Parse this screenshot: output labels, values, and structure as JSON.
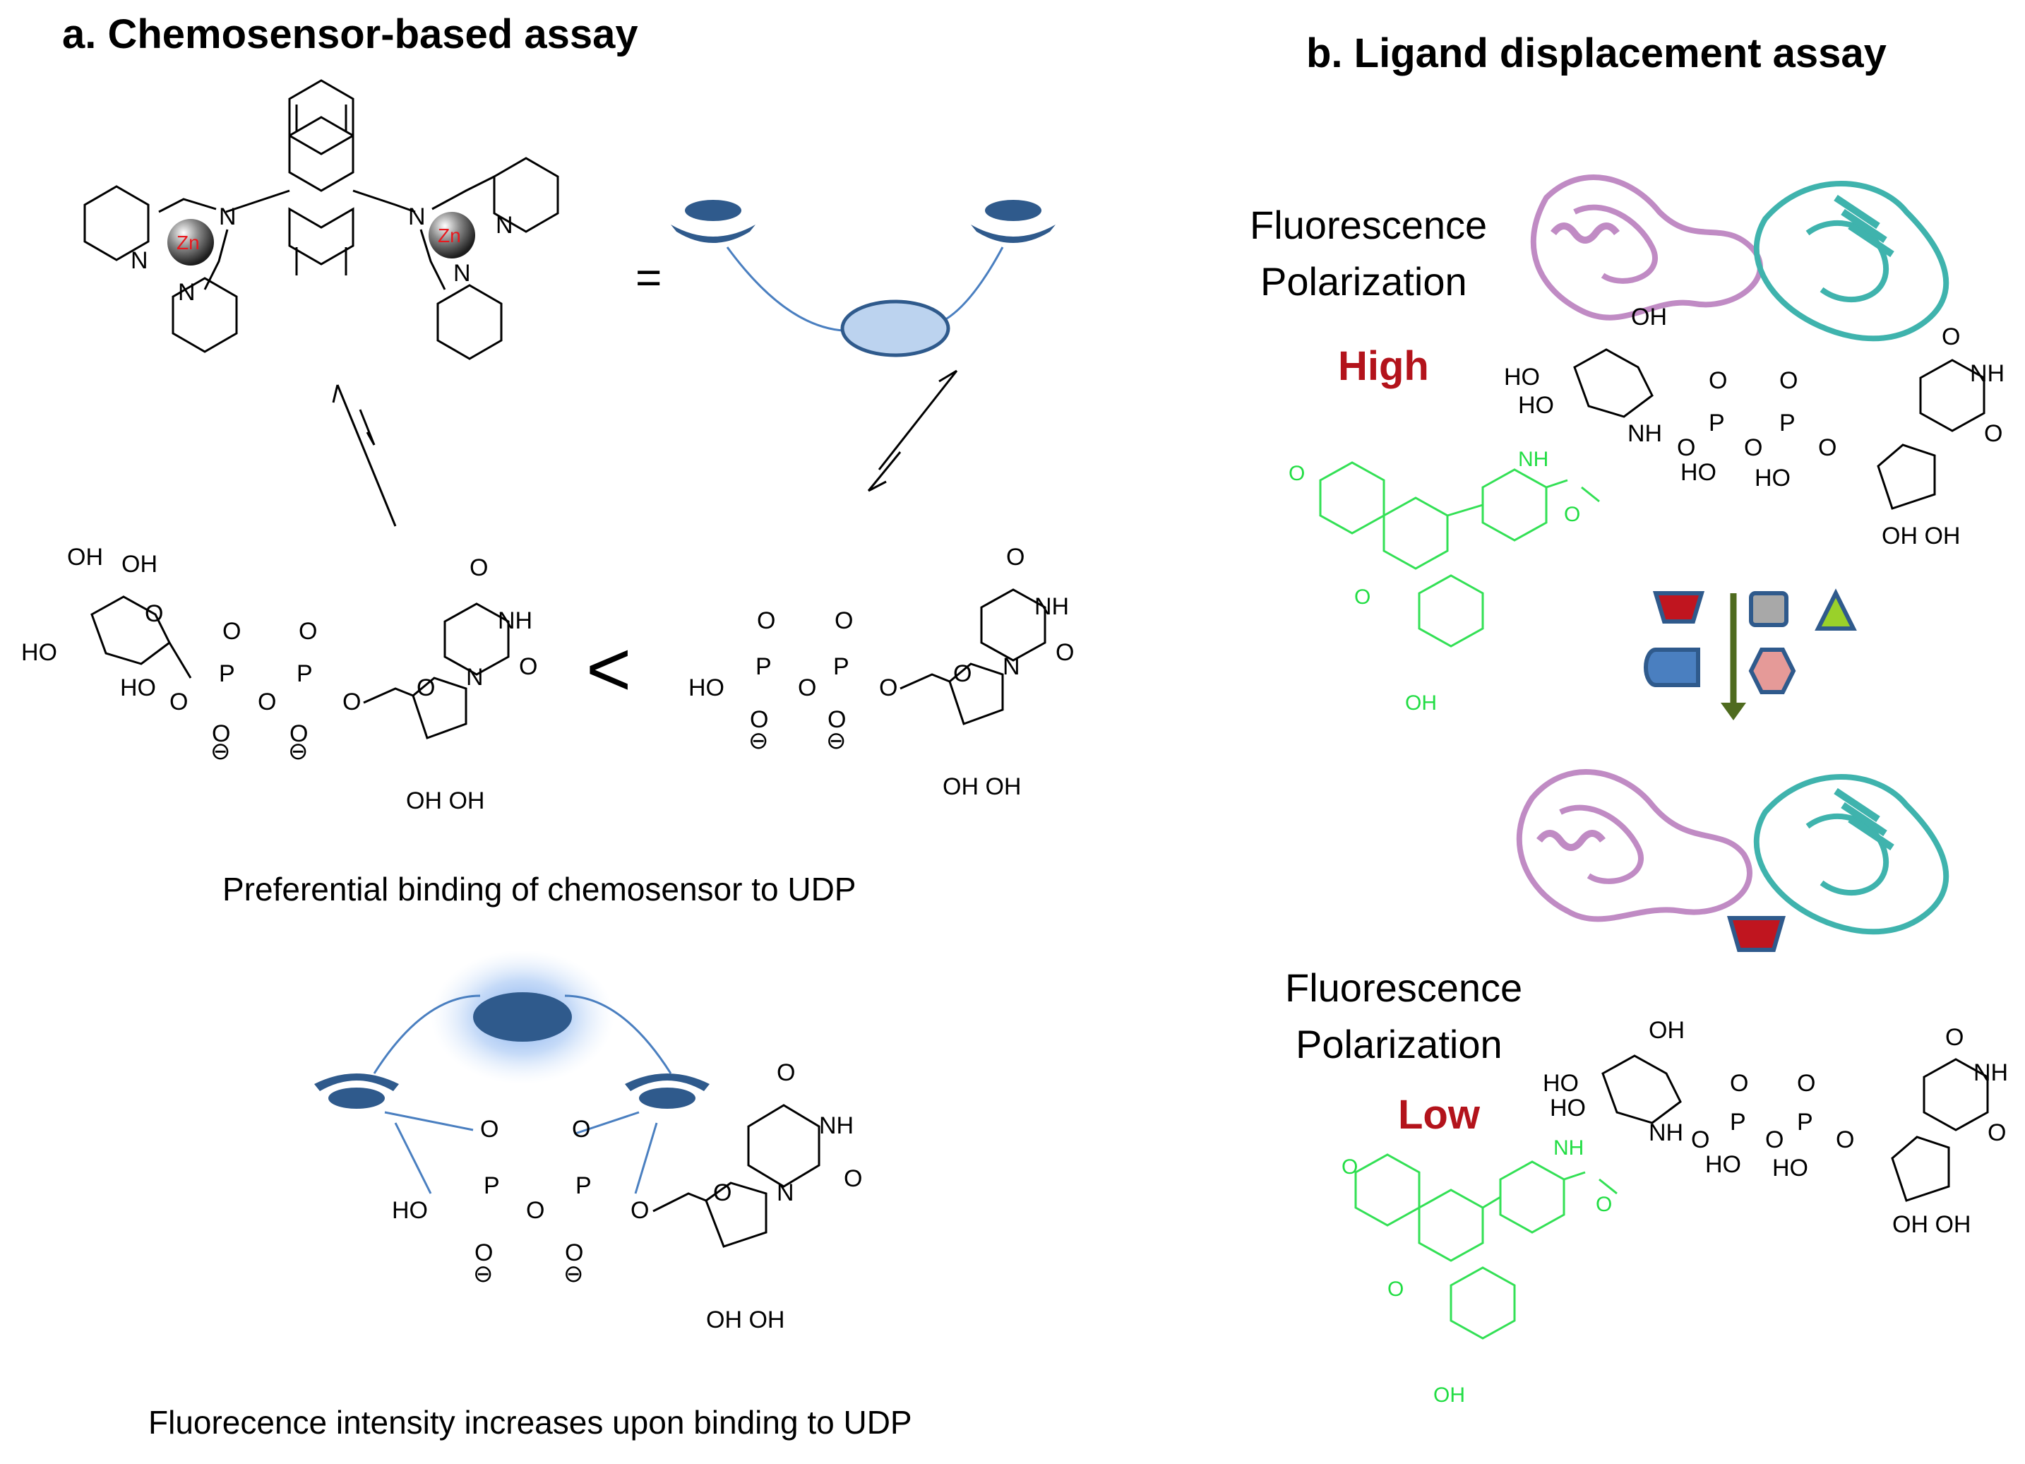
{
  "panel_a": {
    "header": "a.    Chemosensor-based assay",
    "sensor_metal_label": "Zn",
    "sensor_n_label": "N",
    "equals_sign": "=",
    "less_than_sign": "<",
    "caption_preferential": "Preferential binding of chemosensor to UDP",
    "caption_fluorescence": "Fluorecence intensity increases upon binding to UDP",
    "atoms": {
      "oh": "OH",
      "ho": "HO",
      "o": "O",
      "p": "P",
      "nh": "NH",
      "n": "N",
      "minus": "⊖",
      "ohoh": "OH OH"
    }
  },
  "panel_b": {
    "header": "b.    Ligand displacement assay",
    "fp_line1": "Fluorescence",
    "fp_line2": "Polarization",
    "level_high": "High",
    "level_low": "Low",
    "colors": {
      "level_text": "#b3131b",
      "fluorescein": "#22dd44",
      "protein_left": "#c08bc4",
      "protein_right": "#3fb3ad",
      "arrow": "#4f6b1f"
    }
  },
  "colors": {
    "sensor_blue": "#2f5a8c",
    "sensor_light": "#bcd3ef",
    "glow": "#8fb8f0"
  }
}
